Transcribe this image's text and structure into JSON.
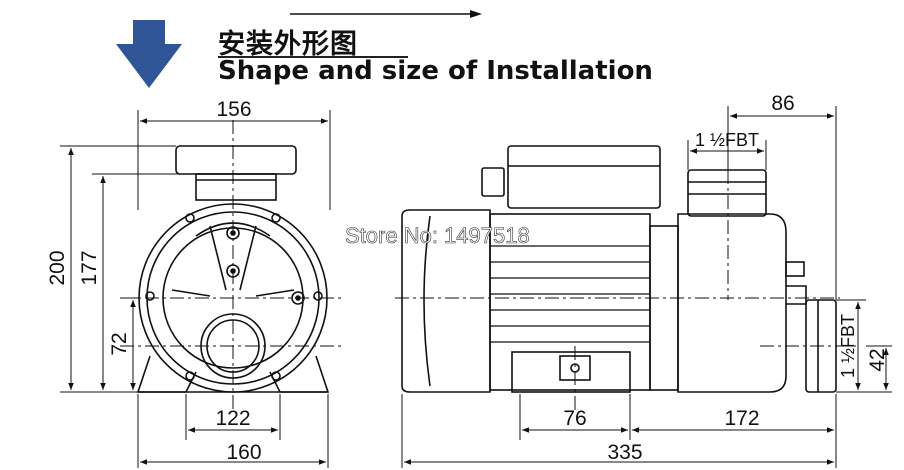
{
  "header": {
    "title_cn": "安装外形图",
    "title_en": "Shape and size of Installation"
  },
  "front_view": {
    "dimensions": {
      "top_width": "156",
      "total_height": "200",
      "height_177": "177",
      "axis_height": "72",
      "foot_inner": "122",
      "foot_outer": "160"
    }
  },
  "side_view": {
    "dimensions": {
      "top_right": "86",
      "inlet_thread": "1 ½FBT",
      "outlet_thread": "1 ½FBT",
      "outlet_height": "42",
      "base_76": "76",
      "base_172": "172",
      "total_length": "335"
    }
  },
  "watermark": "Store No: 1497518",
  "colors": {
    "arrow": "#2f5597",
    "line": "#111111"
  }
}
